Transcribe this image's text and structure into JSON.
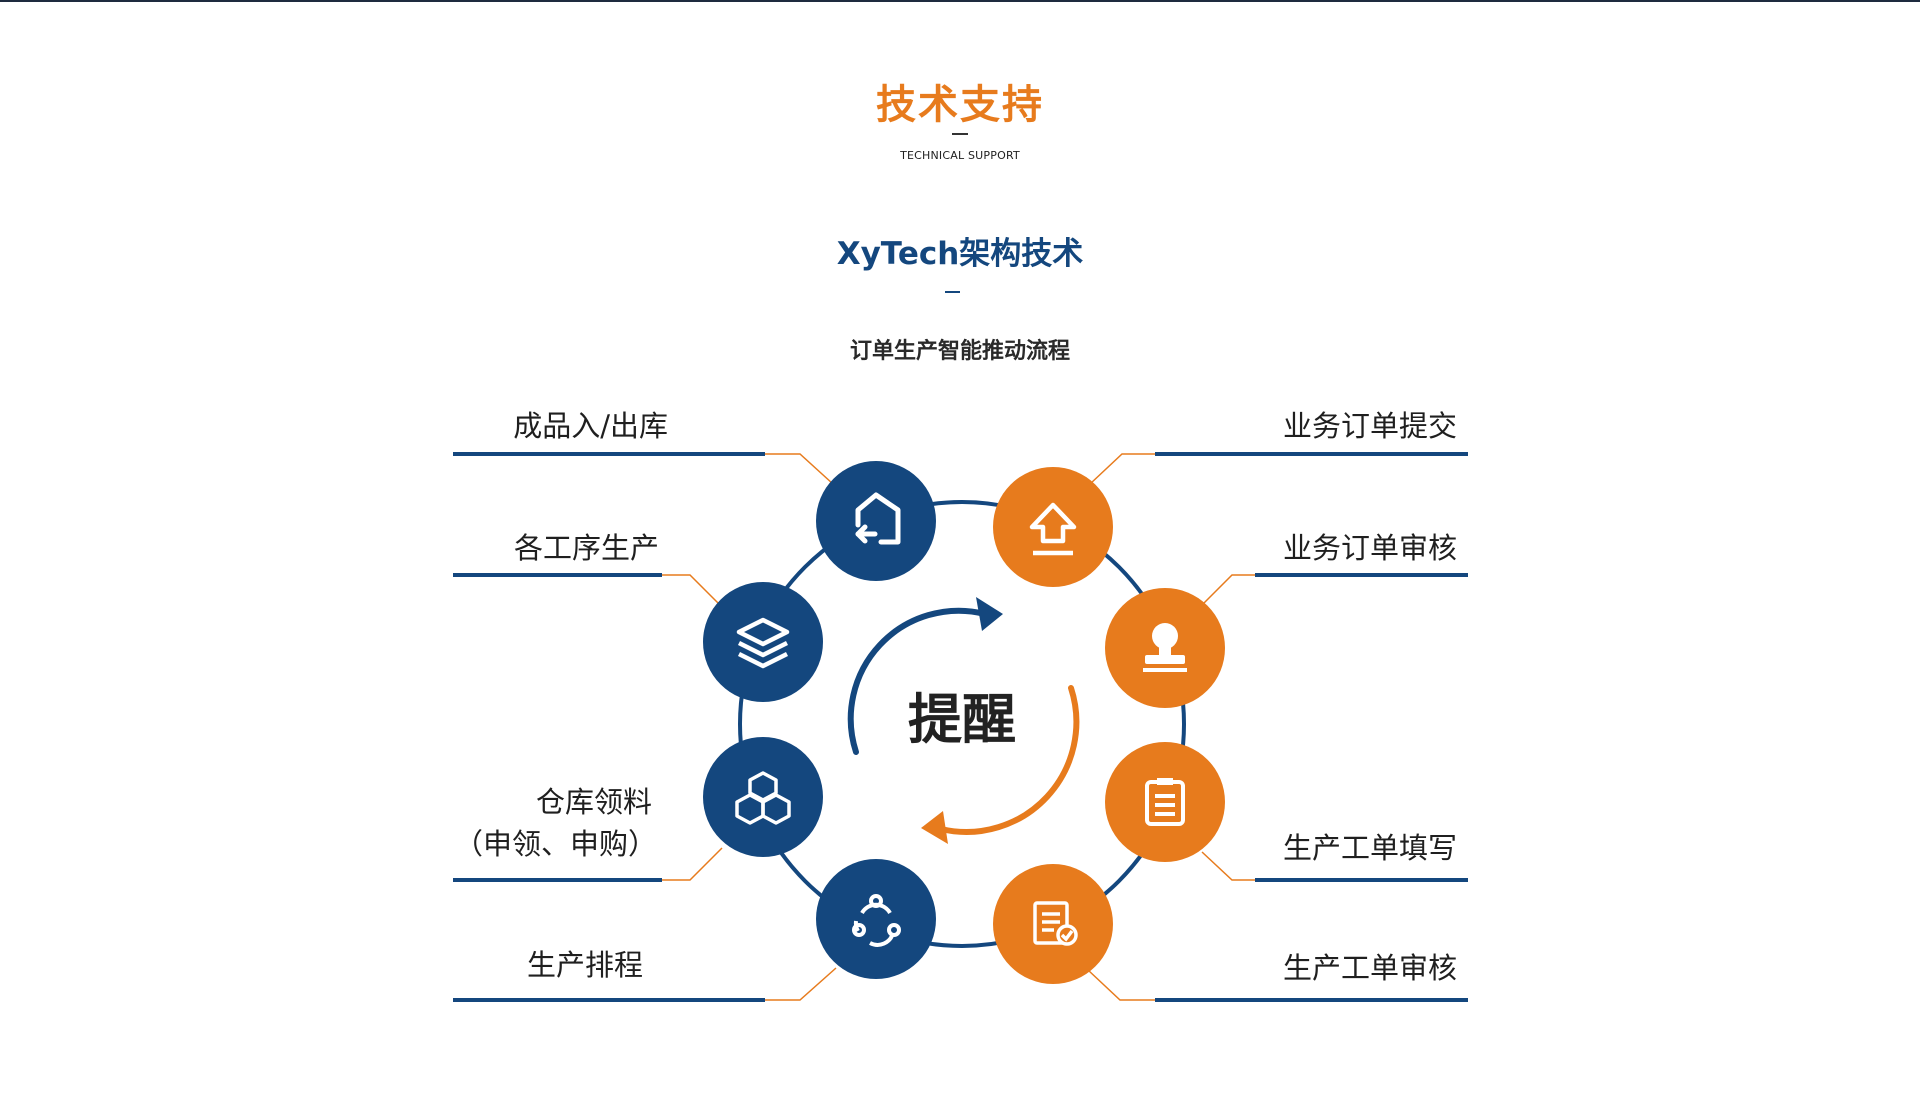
{
  "header": {
    "title_cn": "技术支持",
    "title_en": "TECHNICAL SUPPORT",
    "subtitle": "XyTech架构技术",
    "caption": "订单生产智能推动流程"
  },
  "center_label": "提醒",
  "colors": {
    "blue": "#14477e",
    "orange": "#e77b1d",
    "text": "#1f1f1f"
  },
  "nodes": [
    {
      "id": "finished-goods",
      "label": "成品入/出库",
      "icon": "return-home-icon",
      "color": "blue"
    },
    {
      "id": "process-production",
      "label": "各工序生产",
      "icon": "layers-icon",
      "color": "blue"
    },
    {
      "id": "warehouse-requisition",
      "label_line1": "仓库领料",
      "label_line2": "（申领、申购）",
      "icon": "cubes-icon",
      "color": "blue"
    },
    {
      "id": "production-scheduling",
      "label": "生产排程",
      "icon": "cycle-icon",
      "color": "blue"
    },
    {
      "id": "order-submit",
      "label": "业务订单提交",
      "icon": "upload-icon",
      "color": "orange"
    },
    {
      "id": "order-review",
      "label": "业务订单审核",
      "icon": "stamp-icon",
      "color": "orange"
    },
    {
      "id": "work-order-fill",
      "label": "生产工单填写",
      "icon": "clipboard-icon",
      "color": "orange"
    },
    {
      "id": "work-order-review",
      "label": "生产工单审核",
      "icon": "document-check-icon",
      "color": "orange"
    }
  ]
}
